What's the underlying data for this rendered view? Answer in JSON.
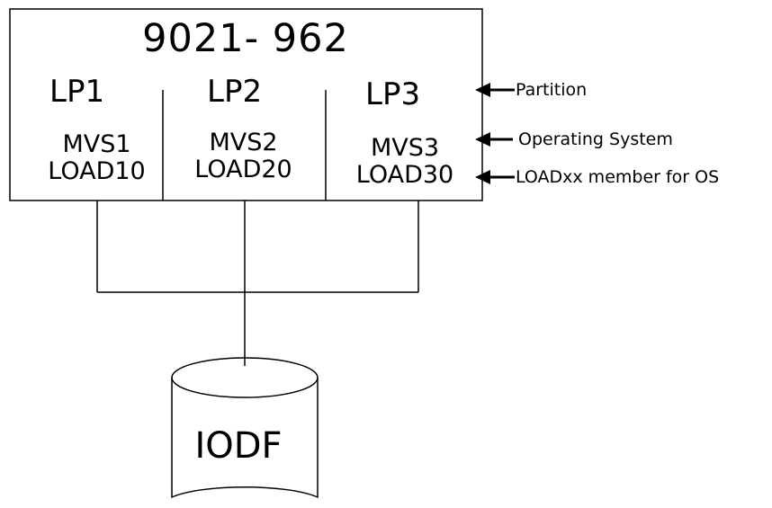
{
  "processor": {
    "model": "9021- 962"
  },
  "partitions": [
    {
      "name": "LP1",
      "os": "MVS1",
      "load_member": "LOAD10"
    },
    {
      "name": "LP2",
      "os": "MVS2",
      "load_member": "LOAD20"
    },
    {
      "name": "LP3",
      "os": "MVS3",
      "load_member": "LOAD30"
    }
  ],
  "annotations": {
    "partition": "Partition",
    "operating_system": "Operating System",
    "load_member": "LOADxx member for OS"
  },
  "storage": {
    "label": "IODF"
  }
}
